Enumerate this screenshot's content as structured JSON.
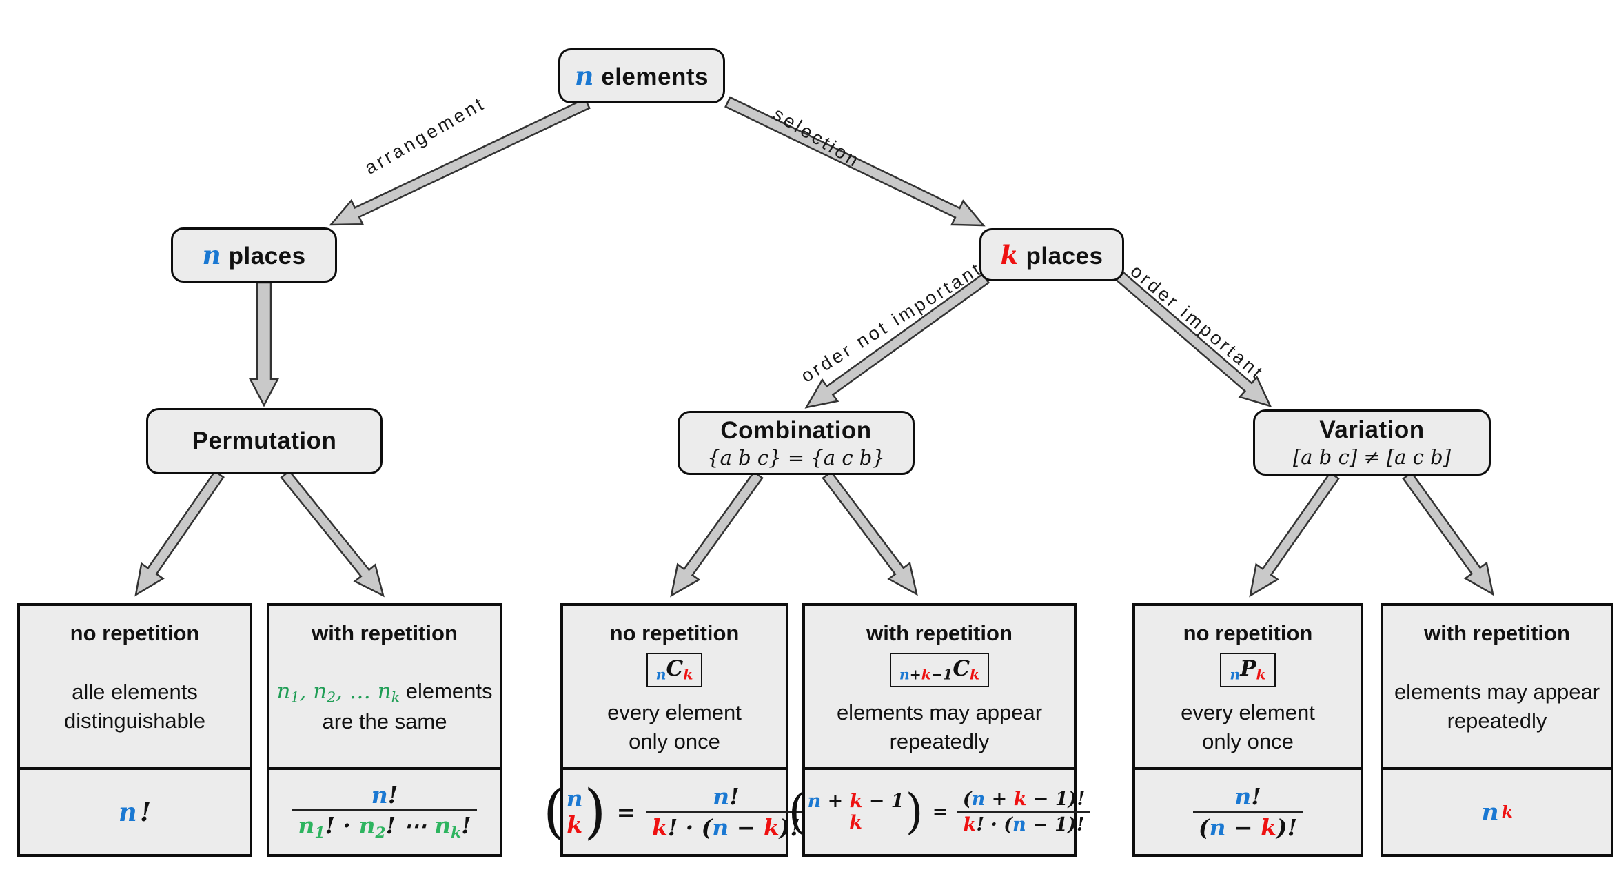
{
  "colors": {
    "blue": "#1a78d2",
    "red": "#ee1111",
    "green": "#1f9d55",
    "green2": "#2db45f",
    "box_fill": "#ececec",
    "box_border": "#0d0d0d",
    "arrow_fill": "#c9c9c9",
    "arrow_stroke": "#333333"
  },
  "edge_labels": {
    "arrangement": "arrangement",
    "selection": "selection",
    "order_not_important": "order not important",
    "order_important": "order important"
  },
  "nodes": {
    "root": {
      "title": [
        {
          "t": "n",
          "c": "blue",
          "f": "math"
        },
        {
          "t": " elements"
        }
      ]
    },
    "n_places": {
      "title": [
        {
          "t": "n",
          "c": "blue",
          "f": "math"
        },
        {
          "t": " places"
        }
      ]
    },
    "k_places": {
      "title": [
        {
          "t": "k",
          "c": "red",
          "f": "math"
        },
        {
          "t": " places"
        }
      ]
    },
    "permutation": {
      "title": [
        {
          "t": "Permutation"
        }
      ]
    },
    "combination": {
      "title": [
        {
          "t": "Combination"
        }
      ],
      "subtitle": [
        {
          "t": "{a b c} = {a c b}",
          "f": "math"
        }
      ]
    },
    "variation": {
      "title": [
        {
          "t": "Variation"
        }
      ],
      "subtitle": [
        {
          "t": "[a b c] ≠ [a c b]",
          "f": "math"
        }
      ]
    }
  },
  "leaves": [
    {
      "title": "no repetition",
      "badge": null,
      "desc": [
        [
          {
            "t": "alle elements"
          }
        ],
        [
          {
            "t": "distinguishable"
          }
        ]
      ],
      "formula": [
        {
          "t": "n",
          "c": "blue"
        },
        {
          "t": "!"
        }
      ]
    },
    {
      "title": "with repetition",
      "badge": null,
      "desc": [
        [
          {
            "t": "n",
            "c": "green",
            "f": "math"
          },
          {
            "t": "1",
            "c": "green",
            "f": "math",
            "v": "sub"
          },
          {
            "t": ", ",
            "c": "green",
            "f": "math"
          },
          {
            "t": "n",
            "c": "green",
            "f": "math"
          },
          {
            "t": "2",
            "c": "green",
            "f": "math",
            "v": "sub"
          },
          {
            "t": ", … ",
            "c": "green",
            "f": "math"
          },
          {
            "t": "n",
            "c": "green",
            "f": "math"
          },
          {
            "t": "k",
            "c": "green",
            "f": "math",
            "v": "sub"
          },
          {
            "t": " elements"
          }
        ],
        [
          {
            "t": "are the same"
          }
        ]
      ],
      "formula": [
        {
          "frac": {
            "n": [
              {
                "t": "n",
                "c": "blue"
              },
              {
                "t": "!"
              }
            ],
            "d": [
              {
                "t": "n",
                "c": "green2"
              },
              {
                "t": "1",
                "c": "green2",
                "v": "sub"
              },
              {
                "t": "! · "
              },
              {
                "t": "n",
                "c": "green2"
              },
              {
                "t": "2",
                "c": "green2",
                "v": "sub"
              },
              {
                "t": "! ⋯ "
              },
              {
                "t": "n",
                "c": "green2"
              },
              {
                "t": "k",
                "c": "green2",
                "v": "sub"
              },
              {
                "t": "!"
              }
            ]
          }
        }
      ]
    },
    {
      "title": "no repetition",
      "badge": [
        {
          "t": "n",
          "c": "blue",
          "v": "sub"
        },
        {
          "t": "C"
        },
        {
          "t": "k",
          "c": "red",
          "v": "sub"
        }
      ],
      "desc": [
        [
          {
            "t": "every element"
          }
        ],
        [
          {
            "t": "only once"
          }
        ]
      ],
      "formula": [
        {
          "binom": {
            "t": [
              {
                "t": "n",
                "c": "blue"
              }
            ],
            "b": [
              {
                "t": "k",
                "c": "red"
              }
            ]
          }
        },
        {
          "t": " = "
        },
        {
          "frac": {
            "n": [
              {
                "t": "n",
                "c": "blue"
              },
              {
                "t": "!"
              }
            ],
            "d": [
              {
                "t": "k",
                "c": "red"
              },
              {
                "t": "! · ("
              },
              {
                "t": "n",
                "c": "blue"
              },
              {
                "t": " − "
              },
              {
                "t": "k",
                "c": "red"
              },
              {
                "t": ")!"
              }
            ]
          }
        }
      ]
    },
    {
      "title": "with repetition",
      "badge": [
        {
          "t": "n",
          "c": "blue",
          "v": "sub"
        },
        {
          "t": "+",
          "v": "sub"
        },
        {
          "t": "k",
          "c": "red",
          "v": "sub"
        },
        {
          "t": "−1",
          "v": "sub"
        },
        {
          "t": "C"
        },
        {
          "t": "k",
          "c": "red",
          "v": "sub"
        }
      ],
      "desc": [
        [
          {
            "t": "elements may appear"
          }
        ],
        [
          {
            "t": "repeatedly"
          }
        ]
      ],
      "formula": [
        {
          "binom": {
            "t": [
              {
                "t": "n",
                "c": "blue"
              },
              {
                "t": " + "
              },
              {
                "t": "k",
                "c": "red"
              },
              {
                "t": " − 1"
              }
            ],
            "b": [
              {
                "t": "k",
                "c": "red"
              }
            ]
          }
        },
        {
          "t": " = "
        },
        {
          "frac": {
            "n": [
              {
                "t": "("
              },
              {
                "t": "n",
                "c": "blue"
              },
              {
                "t": " + "
              },
              {
                "t": "k",
                "c": "red"
              },
              {
                "t": " − 1)!"
              }
            ],
            "d": [
              {
                "t": "k",
                "c": "red"
              },
              {
                "t": "! · ("
              },
              {
                "t": "n",
                "c": "blue"
              },
              {
                "t": " − 1)!"
              }
            ]
          }
        }
      ]
    },
    {
      "title": "no repetition",
      "badge": [
        {
          "t": "n",
          "c": "blue",
          "v": "sub"
        },
        {
          "t": "P"
        },
        {
          "t": "k",
          "c": "red",
          "v": "sub"
        }
      ],
      "desc": [
        [
          {
            "t": "every element"
          }
        ],
        [
          {
            "t": "only once"
          }
        ]
      ],
      "formula": [
        {
          "frac": {
            "n": [
              {
                "t": "n",
                "c": "blue"
              },
              {
                "t": "!"
              }
            ],
            "d": [
              {
                "t": "("
              },
              {
                "t": "n",
                "c": "blue"
              },
              {
                "t": " − "
              },
              {
                "t": "k",
                "c": "red"
              },
              {
                "t": ")!"
              }
            ]
          }
        }
      ]
    },
    {
      "title": "with repetition",
      "badge": null,
      "desc": [
        [
          {
            "t": "elements may appear"
          }
        ],
        [
          {
            "t": "repeatedly"
          }
        ]
      ],
      "formula": [
        {
          "t": "n",
          "c": "blue"
        },
        {
          "t": "k",
          "c": "red",
          "v": "sup"
        }
      ]
    }
  ]
}
